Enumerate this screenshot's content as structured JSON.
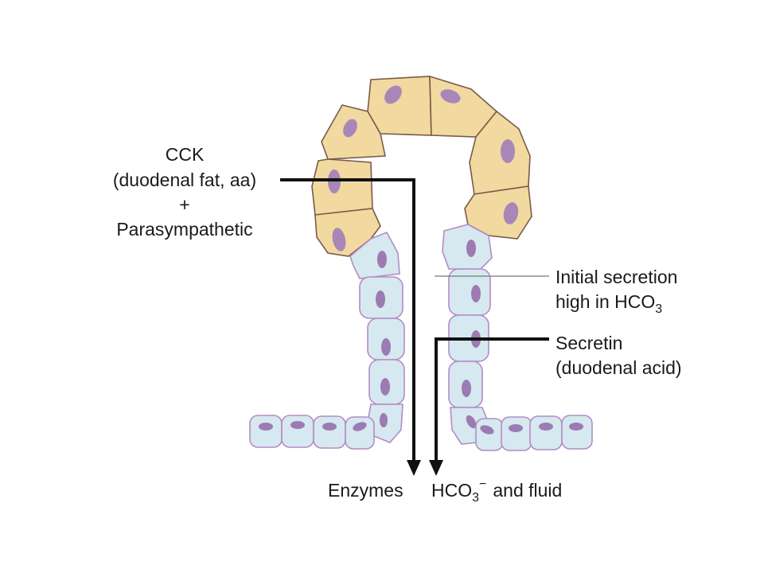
{
  "labels": {
    "cck": {
      "line1": "CCK",
      "line2": "(duodenal fat, aa)",
      "line3": "+",
      "line4": "Parasympathetic"
    },
    "initial": {
      "line1": "Initial secretion",
      "line2_prefix": "high in HCO",
      "line2_sub": "3"
    },
    "secretin": {
      "line1": "Secretin",
      "line2": "(duodenal acid)"
    },
    "bottom": {
      "enzymes": "Enzymes",
      "hco3_prefix": "HCO",
      "hco3_sub": "3",
      "hco3_sup": "−",
      "fluid": "and fluid"
    }
  },
  "colors": {
    "acinar_cell": "#f2d9a0",
    "duct_cell": "#d6e8f0",
    "nucleus": "#a887b8",
    "arrow": "#111111"
  },
  "icons": {
    "arrow_head": "down-arrow-icon"
  }
}
